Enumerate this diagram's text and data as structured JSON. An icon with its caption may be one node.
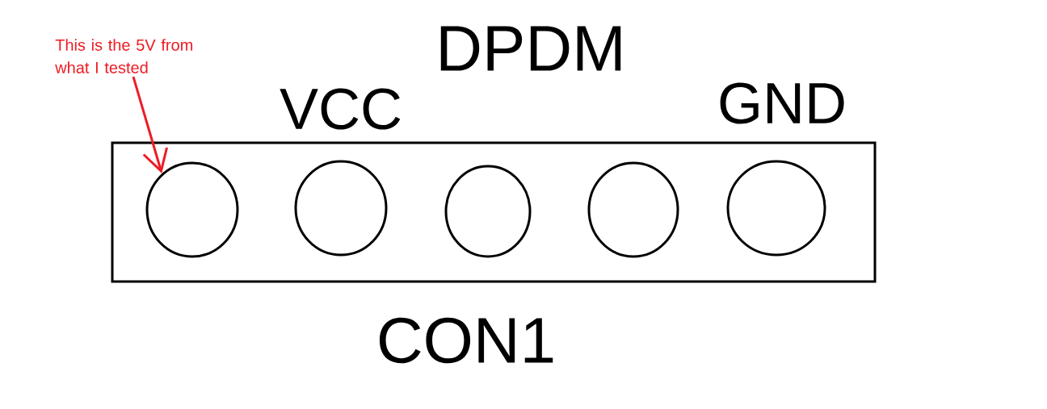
{
  "diagram": {
    "nodes": [
      {
        "text": [
          "CON1"
        ]
      },
      {
        "text": [],
        "shape": "circle",
        "in": 0
      },
      {
        "text": [],
        "shape": "circle",
        "in": 0
      },
      {
        "text": [],
        "shape": "circle",
        "in": 0
      },
      {
        "text": [],
        "shape": "circle",
        "in": 0
      },
      {
        "text": [],
        "shape": "circle",
        "in": 0
      },
      {
        "text": [
          "This is the 5V from what I tested"
        ]
      }
    ],
    "edges": [
      {
        "from": 6,
        "to": 1,
        "arrow": "to",
        "color": "#ed1c24"
      }
    ],
    "labels": [
      "DPDM",
      "VCC",
      "GND"
    ]
  }
}
